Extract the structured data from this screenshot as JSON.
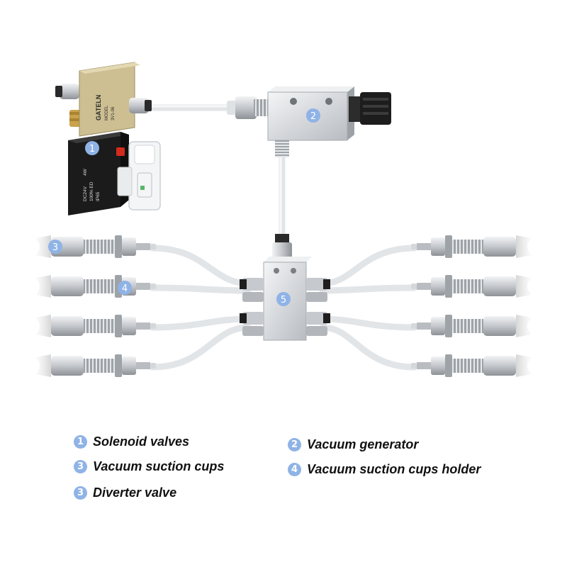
{
  "device": {
    "brand": "GATELN",
    "model_label": "MODEL",
    "model": "3V1-06",
    "coil_voltage": "DC24V",
    "coil_watt": "4W",
    "coil_duty": "100% ED",
    "coil_ip": "IP65"
  },
  "badges": {
    "solenoid": "1",
    "generator": "2",
    "cups": "3",
    "holder": "4",
    "diverter": "5"
  },
  "legend": [
    {
      "number": "1",
      "label": "Solenoid valves"
    },
    {
      "number": "2",
      "label": "Vacuum generator"
    },
    {
      "number": "3",
      "label": "Vacuum suction cups"
    },
    {
      "number": "4",
      "label": "Vacuum suction cups holder"
    },
    {
      "number": "3",
      "label": "Diverter valve"
    }
  ],
  "colors": {
    "badge": "#8fb3e6",
    "tube": "#e4e7ea",
    "metal": "#c9ccd0",
    "valve_body": "#1a1a1a",
    "valve_top": "#c8b98a",
    "brass": "#c9a24a"
  }
}
